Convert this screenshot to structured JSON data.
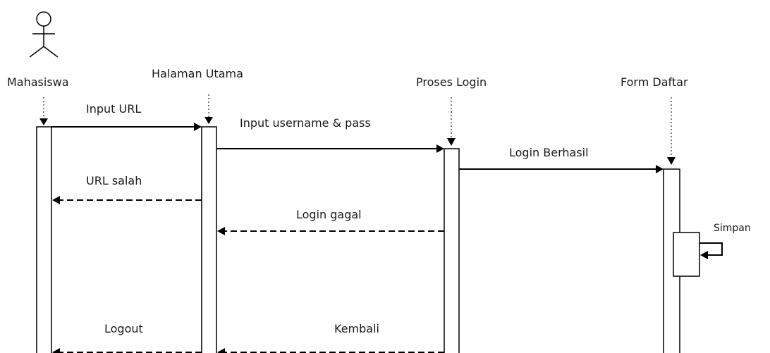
{
  "actor": {
    "icon": "stick-figure-icon",
    "label": "Mahasiswa"
  },
  "lifelines": [
    {
      "label": "Halaman Utama"
    },
    {
      "label": "Proses Login"
    },
    {
      "label": "Form Daftar"
    }
  ],
  "messages": {
    "input_url": "Input URL",
    "input_username_pass": "Input username & pass",
    "login_berhasil": "Login Berhasil",
    "url_salah": "URL salah",
    "login_gagal": "Login gagal",
    "simpan": "Simpan",
    "logout": "Logout",
    "kembali": "Kembali"
  }
}
